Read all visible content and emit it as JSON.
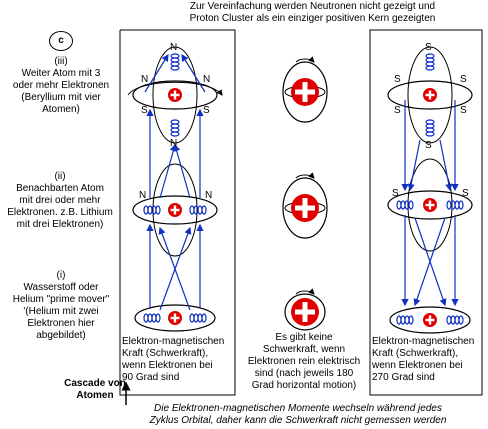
{
  "title_line1": "Zur Vereinfachung werden Neutronen nicht gezeigt und",
  "title_line2": "Proton Cluster als ein einziger positiven Kern gezeigten",
  "marker_c": "c",
  "level_iii": {
    "numeral": "(iii)",
    "lines": [
      "Weiter Atom mit 3",
      "oder mehr Elektronen",
      "(Beryllium mit vier",
      "Atomen)"
    ]
  },
  "level_ii": {
    "numeral": "(ii)",
    "lines": [
      "Benachbarten Atom",
      "mit drei oder mehr",
      "Elektronen. z.B. Lithium",
      "mit drei Elektronen)"
    ]
  },
  "level_i": {
    "numeral": "(i)",
    "lines": [
      "Wasserstoff oder",
      "Helium \"prime mover\"",
      "'(Helium mit zwei",
      "Elektronen hier",
      "abgebildet)"
    ]
  },
  "cascade_label": [
    "Cascade von",
    "Atomen"
  ],
  "box_left_caption": [
    "Elektron-magnetischen",
    "Kraft (Schwerkraft),",
    "wenn Elektronen bei",
    "90 Grad sind"
  ],
  "middle_caption": [
    "Es gibt keine",
    "Schwerkraft, wenn",
    "Elektronen rein elektrisch",
    "sind (nach jeweils 180",
    "Grad horizontal motion)"
  ],
  "box_right_caption": [
    "Elektron-magnetischen",
    "Kraft (Schwerkraft),",
    "wenn Elektronen bei",
    "270 Grad sind"
  ],
  "bottom_caption": [
    "Die Elektronen-magnetischen Momente wechseln während jedes",
    "Zyklus Orbital, daher kann die Schwerkraft nicht gemessen werden"
  ],
  "pole_n": "N",
  "pole_s": "S",
  "colors": {
    "nucleus": "#e00000",
    "coil": "#1030c0",
    "arrow": "#1030c0",
    "line": "#000000"
  }
}
